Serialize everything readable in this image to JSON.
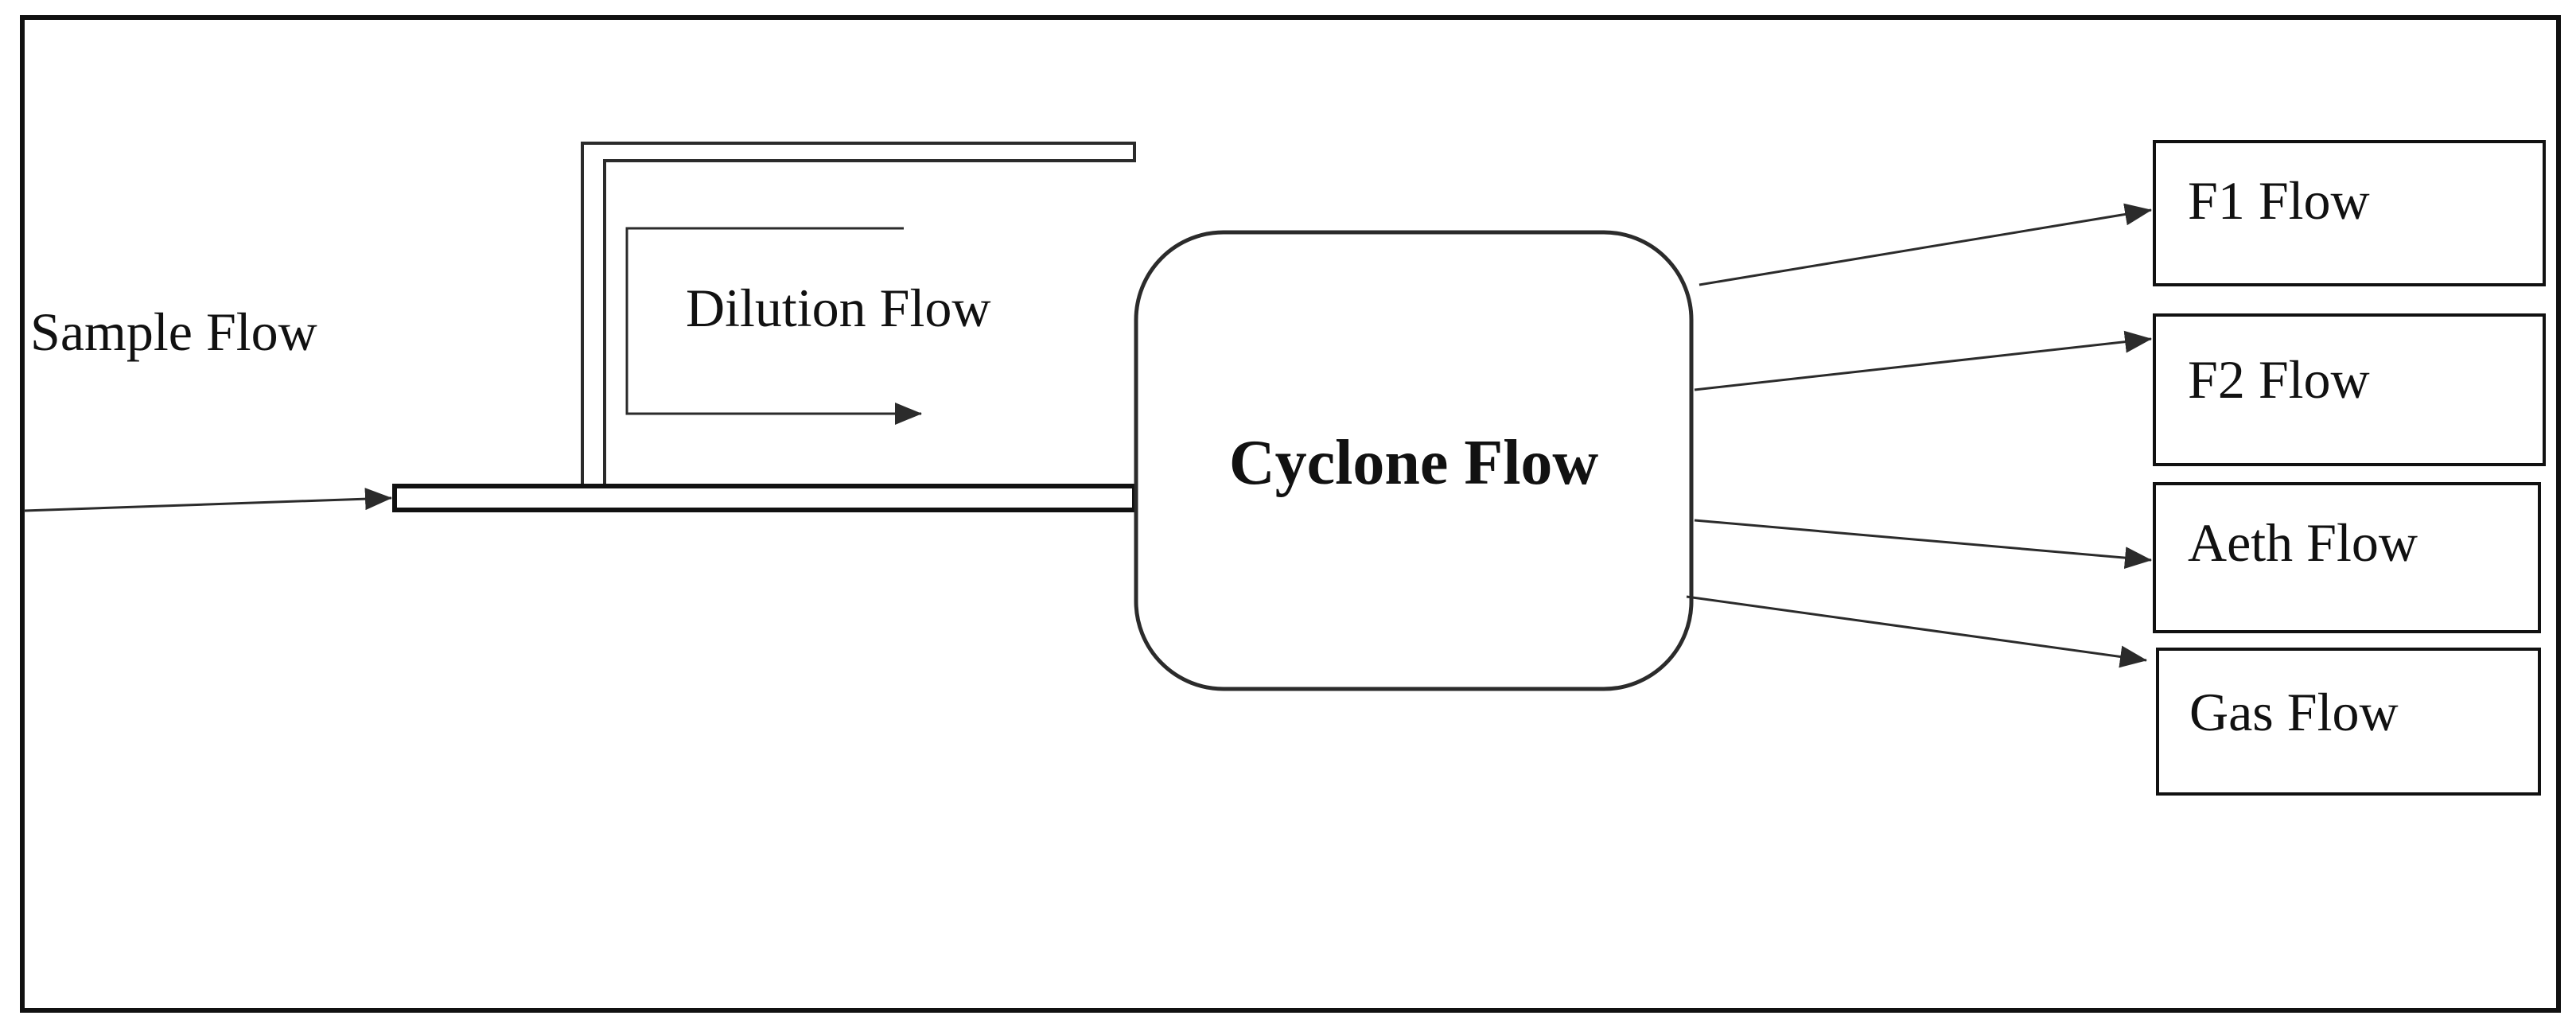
{
  "labels": {
    "sample_flow": "Sample Flow",
    "dilution_flow": "Dilution Flow",
    "cyclone_flow": "Cyclone Flow",
    "f1_flow": "F1 Flow",
    "f2_flow": "F2 Flow",
    "aeth_flow": "Aeth Flow",
    "gas_flow": "Gas Flow"
  },
  "colors": {
    "stroke": "#2b2b2b",
    "text": "#111111",
    "background": "#ffffff"
  }
}
